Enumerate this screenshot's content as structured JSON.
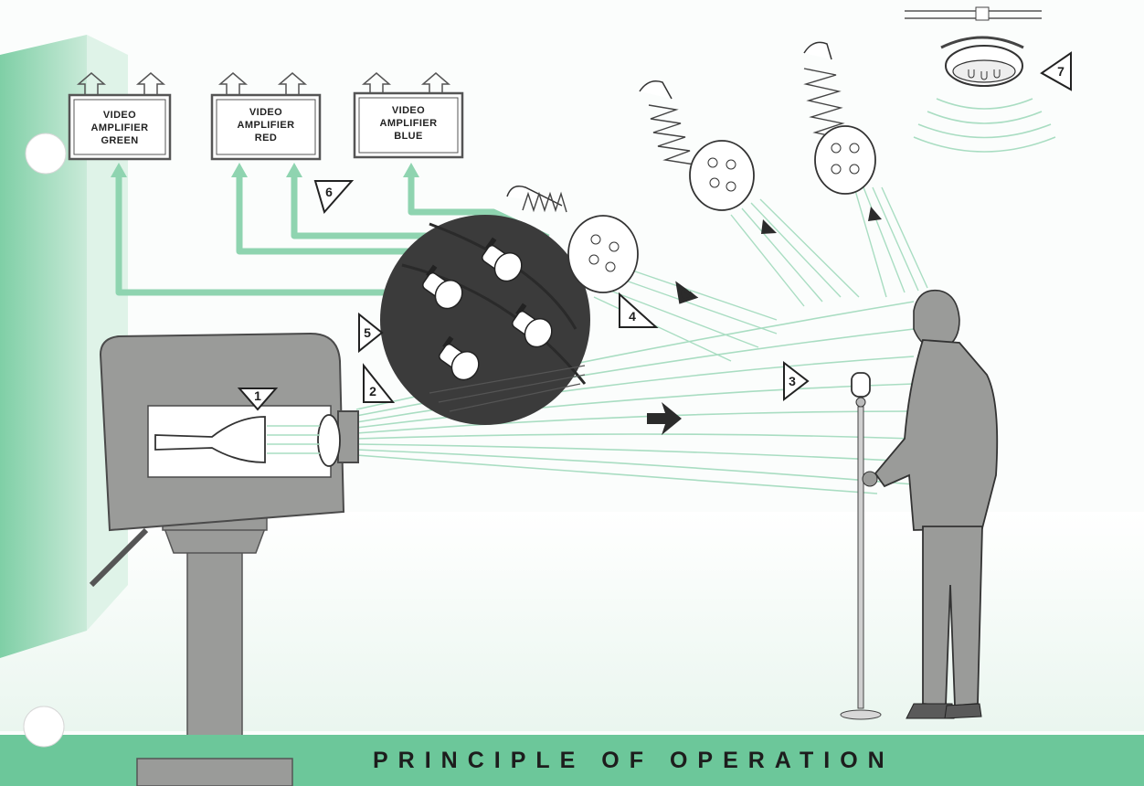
{
  "amplifiers": [
    {
      "line1": "VIDEO",
      "line2": "AMPLIFIER",
      "line3": "GREEN"
    },
    {
      "line1": "VIDEO",
      "line2": "AMPLIFIER",
      "line3": "RED"
    },
    {
      "line1": "VIDEO",
      "line2": "AMPLIFIER",
      "line3": "BLUE"
    }
  ],
  "markers": [
    "1",
    "2",
    "3",
    "4",
    "5",
    "6",
    "7"
  ],
  "footer": {
    "title": "PRINCIPLE OF OPERATION"
  },
  "colors": {
    "green": "#9dd9b9",
    "gray": "#9a9b99",
    "dark": "#3b3b3b",
    "band": "#6cc79a"
  }
}
